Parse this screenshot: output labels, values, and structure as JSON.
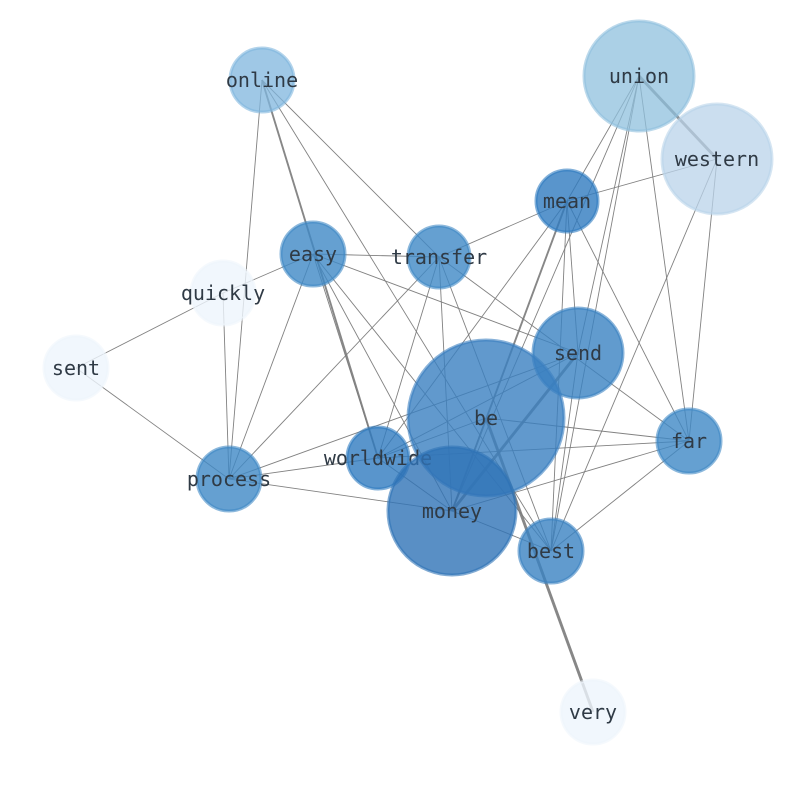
{
  "nodes": [
    {
      "id": "online",
      "label": "online",
      "fill": "#7fb6dd",
      "opacity": 0.75
    },
    {
      "id": "union",
      "label": "union",
      "fill": "#8fc0de",
      "opacity": 0.75
    },
    {
      "id": "western",
      "label": "western",
      "fill": "#b9d3ea",
      "opacity": 0.75
    },
    {
      "id": "mean",
      "label": "mean",
      "fill": "#2f7bbf",
      "opacity": 0.8
    },
    {
      "id": "easy",
      "label": "easy",
      "fill": "#3f88c5",
      "opacity": 0.8
    },
    {
      "id": "transfer",
      "label": "transfer",
      "fill": "#3f88c5",
      "opacity": 0.8
    },
    {
      "id": "quickly",
      "label": "quickly",
      "fill": "#eef5fc",
      "opacity": 0.8
    },
    {
      "id": "sent",
      "label": "sent",
      "fill": "#eef5fc",
      "opacity": 0.8
    },
    {
      "id": "send",
      "label": "send",
      "fill": "#3a82c2",
      "opacity": 0.8
    },
    {
      "id": "be",
      "label": "be",
      "fill": "#3a7fc0",
      "opacity": 0.8
    },
    {
      "id": "far",
      "label": "far",
      "fill": "#3f88c5",
      "opacity": 0.8
    },
    {
      "id": "worldwide",
      "label": "worldwide",
      "fill": "#2f7bbf",
      "opacity": 0.8
    },
    {
      "id": "process",
      "label": "process",
      "fill": "#3f88c5",
      "opacity": 0.8
    },
    {
      "id": "money",
      "label": "money",
      "fill": "#2f73b6",
      "opacity": 0.8
    },
    {
      "id": "best",
      "label": "best",
      "fill": "#3a82c2",
      "opacity": 0.8
    },
    {
      "id": "very",
      "label": "very",
      "fill": "#eef5fc",
      "opacity": 0.8
    }
  ],
  "edges": [
    {
      "source": "online",
      "target": "worldwide",
      "weight": 2
    },
    {
      "source": "online",
      "target": "transfer",
      "weight": 1
    },
    {
      "source": "online",
      "target": "process",
      "weight": 1
    },
    {
      "source": "online",
      "target": "best",
      "weight": 1
    },
    {
      "source": "union",
      "target": "western",
      "weight": 3
    },
    {
      "source": "union",
      "target": "mean",
      "weight": 1
    },
    {
      "source": "union",
      "target": "send",
      "weight": 1
    },
    {
      "source": "union",
      "target": "best",
      "weight": 1
    },
    {
      "source": "union",
      "target": "far",
      "weight": 1
    },
    {
      "source": "union",
      "target": "money",
      "weight": 1
    },
    {
      "source": "western",
      "target": "mean",
      "weight": 1
    },
    {
      "source": "western",
      "target": "far",
      "weight": 1
    },
    {
      "source": "western",
      "target": "best",
      "weight": 1
    },
    {
      "source": "mean",
      "target": "transfer",
      "weight": 1
    },
    {
      "source": "mean",
      "target": "send",
      "weight": 1
    },
    {
      "source": "mean",
      "target": "money",
      "weight": 2
    },
    {
      "source": "mean",
      "target": "worldwide",
      "weight": 1
    },
    {
      "source": "mean",
      "target": "best",
      "weight": 1
    },
    {
      "source": "mean",
      "target": "far",
      "weight": 1
    },
    {
      "source": "easy",
      "target": "transfer",
      "weight": 1
    },
    {
      "source": "easy",
      "target": "send",
      "weight": 1
    },
    {
      "source": "easy",
      "target": "quickly",
      "weight": 1
    },
    {
      "source": "easy",
      "target": "process",
      "weight": 1
    },
    {
      "source": "easy",
      "target": "money",
      "weight": 1
    },
    {
      "source": "easy",
      "target": "best",
      "weight": 1
    },
    {
      "source": "easy",
      "target": "worldwide",
      "weight": 1
    },
    {
      "source": "transfer",
      "target": "money",
      "weight": 1
    },
    {
      "source": "transfer",
      "target": "worldwide",
      "weight": 1
    },
    {
      "source": "transfer",
      "target": "best",
      "weight": 1
    },
    {
      "source": "transfer",
      "target": "process",
      "weight": 1
    },
    {
      "source": "transfer",
      "target": "far",
      "weight": 1
    },
    {
      "source": "quickly",
      "target": "sent",
      "weight": 1
    },
    {
      "source": "quickly",
      "target": "process",
      "weight": 1
    },
    {
      "source": "sent",
      "target": "process",
      "weight": 1
    },
    {
      "source": "send",
      "target": "money",
      "weight": 3
    },
    {
      "source": "send",
      "target": "worldwide",
      "weight": 1
    },
    {
      "source": "send",
      "target": "process",
      "weight": 1
    },
    {
      "source": "send",
      "target": "best",
      "weight": 1
    },
    {
      "source": "be",
      "target": "money",
      "weight": 1
    },
    {
      "source": "be",
      "target": "very",
      "weight": 3
    },
    {
      "source": "be",
      "target": "far",
      "weight": 1
    },
    {
      "source": "be",
      "target": "worldwide",
      "weight": 1
    },
    {
      "source": "far",
      "target": "worldwide",
      "weight": 1
    },
    {
      "source": "far",
      "target": "money",
      "weight": 1
    },
    {
      "source": "far",
      "target": "best",
      "weight": 1
    },
    {
      "source": "worldwide",
      "target": "process",
      "weight": 1
    },
    {
      "source": "worldwide",
      "target": "money",
      "weight": 1
    },
    {
      "source": "process",
      "target": "money",
      "weight": 1
    },
    {
      "source": "money",
      "target": "best",
      "weight": 1
    }
  ]
}
